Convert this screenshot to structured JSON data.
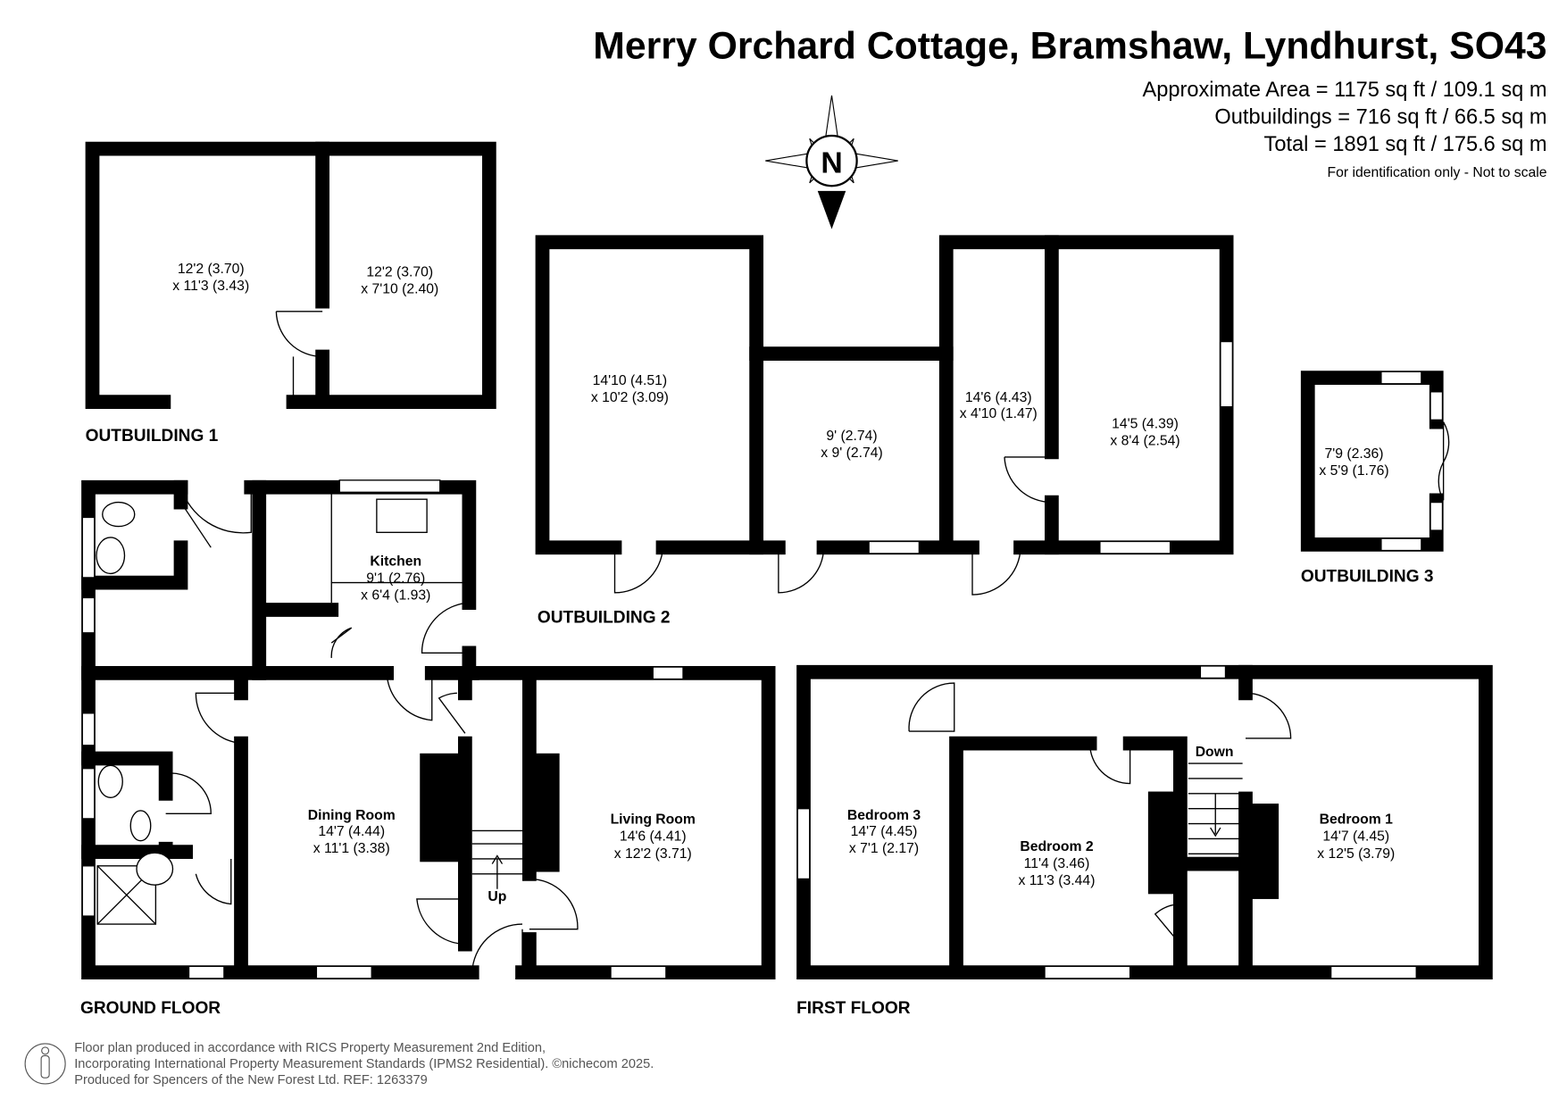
{
  "header": {
    "title": "Merry Orchard Cottage, Bramshaw, Lyndhurst, SO43",
    "area_lines": [
      "Approximate Area = 1175 sq ft / 109.1 sq m",
      "Outbuildings = 716 sq ft / 66.5 sq m",
      "Total = 1891 sq ft / 175.6 sq m"
    ],
    "disclaimer": "For identification only - Not to scale"
  },
  "compass": {
    "letter": "N",
    "icon": "north-compass-icon"
  },
  "sections": {
    "outbuilding1": "OUTBUILDING 1",
    "outbuilding2": "OUTBUILDING 2",
    "outbuilding3": "OUTBUILDING 3",
    "ground_floor": "GROUND FLOOR",
    "first_floor": "FIRST FLOOR"
  },
  "rooms": {
    "ob1_a": {
      "l1": "12'2 (3.70)",
      "l2": "x 11'3 (3.43)"
    },
    "ob1_b": {
      "l1": "12'2 (3.70)",
      "l2": "x 7'10 (2.40)"
    },
    "ob2_a": {
      "l1": "14'10 (4.51)",
      "l2": "x 10'2 (3.09)"
    },
    "ob2_b": {
      "l1": "9' (2.74)",
      "l2": "x 9' (2.74)"
    },
    "ob2_c": {
      "l1": "14'6 (4.43)",
      "l2": "x 4'10 (1.47)"
    },
    "ob2_d": {
      "l1": "14'5 (4.39)",
      "l2": "x 8'4 (2.54)"
    },
    "ob3": {
      "l1": "7'9 (2.36)",
      "l2": "x 5'9 (1.76)"
    },
    "kitchen": {
      "name": "Kitchen",
      "l1": "9'1 (2.76)",
      "l2": "x 6'4 (1.93)"
    },
    "dining": {
      "name": "Dining Room",
      "l1": "14'7 (4.44)",
      "l2": "x 11'1 (3.38)"
    },
    "living": {
      "name": "Living Room",
      "l1": "14'6 (4.41)",
      "l2": "x 12'2 (3.71)"
    },
    "bed3": {
      "name": "Bedroom 3",
      "l1": "14'7 (4.45)",
      "l2": "x 7'1 (2.17)"
    },
    "bed2": {
      "name": "Bedroom 2",
      "l1": "11'4 (3.46)",
      "l2": "x 11'3 (3.44)"
    },
    "bed1": {
      "name": "Bedroom 1",
      "l1": "14'7 (4.45)",
      "l2": "x 12'5 (3.79)"
    }
  },
  "stairs": {
    "up": "Up",
    "down": "Down"
  },
  "footer": {
    "lines": [
      "Floor plan produced in accordance with RICS Property Measurement 2nd Edition,",
      "Incorporating International Property Measurement Standards (IPMS2 Residential).   ©nichecom 2025.",
      "Produced for Spencers of the New Forest Ltd.   REF:  1263379"
    ]
  }
}
